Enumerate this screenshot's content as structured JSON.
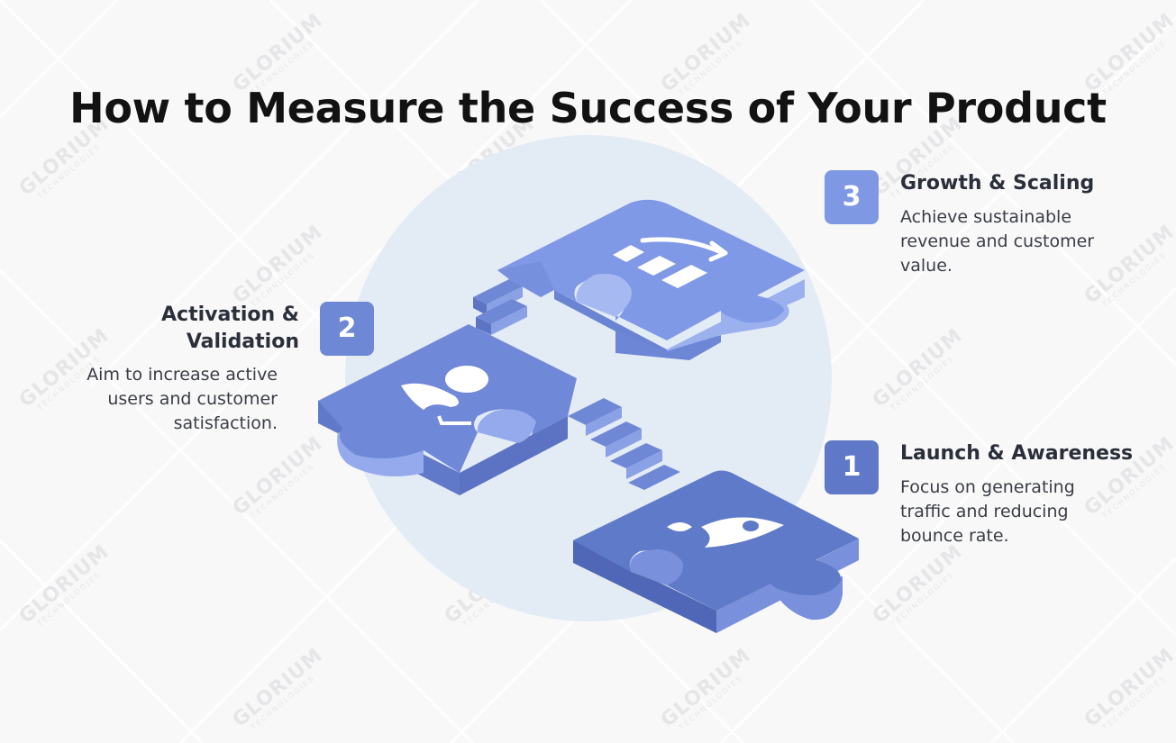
{
  "title": "How to Measure the Success of Your Product",
  "watermark": {
    "brand": "GLORIUM",
    "subtitle": "TECHNOLOGIES"
  },
  "colors": {
    "background": "#f8f8f9",
    "circle": "#e3ebf5",
    "badge_1": "#5f79c8",
    "badge_2": "#6f88d6",
    "badge_3": "#7f98e3",
    "puzzle_top_1": "#5f7ac8",
    "puzzle_top_2": "#6f89d8",
    "puzzle_top_3": "#7f99e5",
    "text_heading": "#2b2f3a",
    "text_body": "#3a3d45"
  },
  "steps": [
    {
      "number": "1",
      "title": "Launch & Awareness",
      "description_lines": [
        "Focus on generating",
        "traffic and reducing",
        "bounce rate."
      ],
      "icon": "rocket-icon"
    },
    {
      "number": "2",
      "title_lines": [
        "Activation &",
        "Validation"
      ],
      "description_lines": [
        "Aim to increase active",
        "users and customer",
        "satisfaction."
      ],
      "icon": "user-check-icon"
    },
    {
      "number": "3",
      "title": "Growth & Scaling",
      "description_lines": [
        "Achieve sustainable",
        "revenue and customer",
        "value."
      ],
      "icon": "growth-chart-icon"
    }
  ]
}
